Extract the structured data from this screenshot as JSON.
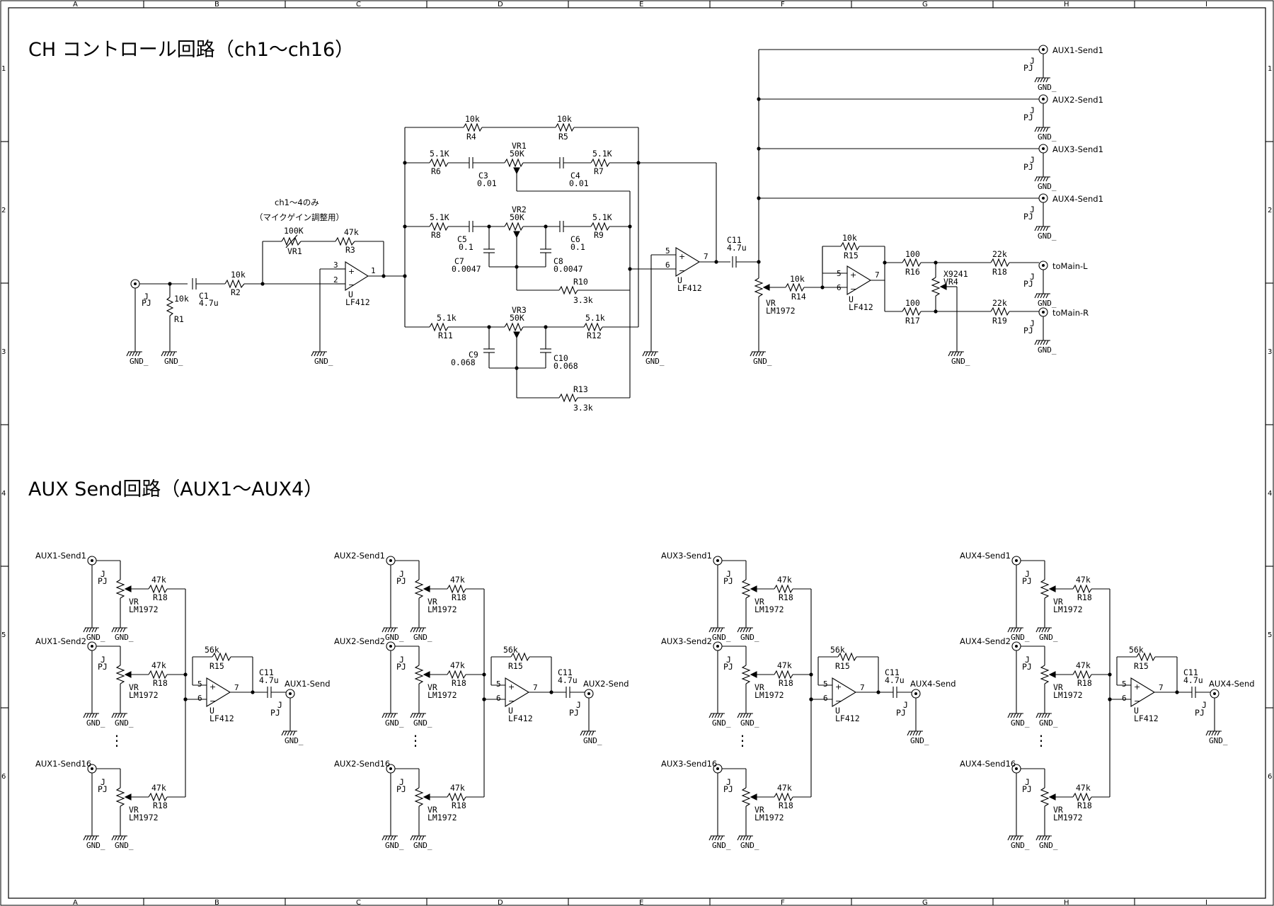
{
  "sheet": {
    "columns": [
      "A",
      "B",
      "C",
      "D",
      "E",
      "F",
      "G",
      "H",
      "I"
    ],
    "rows": [
      "1",
      "2",
      "3",
      "4",
      "5",
      "6"
    ]
  },
  "titles": {
    "ch": "CH コントロール回路（ch1～ch16）",
    "aux": "AUX Send回路（AUX1～AUX4）"
  },
  "gnd": "GND_",
  "ch_circuit": {
    "note1": "ch1～4のみ",
    "note2": "（マイクゲイン調整用）",
    "input_jack": {
      "ref": "J",
      "type": "PJ"
    },
    "r1": {
      "value": "10k",
      "ref": "R1"
    },
    "c1": {
      "ref": "C1",
      "value": "4.7u"
    },
    "r2": {
      "value": "10k",
      "ref": "R2"
    },
    "vr1_gain": {
      "value": "100K",
      "ref": "VR1"
    },
    "r3": {
      "value": "47k",
      "ref": "R3"
    },
    "u1": {
      "ref": "U",
      "type": "LF412",
      "pin_plus": "3",
      "pin_minus": "2",
      "pin_out": "1"
    },
    "r4": {
      "value": "10k",
      "ref": "R4"
    },
    "r5": {
      "value": "10k",
      "ref": "R5"
    },
    "r6": {
      "value": "5.1K",
      "ref": "R6"
    },
    "c3": {
      "ref": "C3",
      "value": "0.01"
    },
    "vr1": {
      "ref": "VR1",
      "value": "50K"
    },
    "c4": {
      "ref": "C4",
      "value": "0.01"
    },
    "r7": {
      "value": "5.1K",
      "ref": "R7"
    },
    "r8": {
      "value": "5.1K",
      "ref": "R8"
    },
    "c5": {
      "ref": "C5",
      "value": "0.1"
    },
    "vr2": {
      "ref": "VR2",
      "value": "50K"
    },
    "c6": {
      "ref": "C6",
      "value": "0.1"
    },
    "r9": {
      "value": "5.1K",
      "ref": "R9"
    },
    "c7": {
      "ref": "C7",
      "value": "0.0047"
    },
    "c8": {
      "ref": "C8",
      "value": "0.0047"
    },
    "r10": {
      "ref": "R10",
      "value": "3.3k"
    },
    "r11": {
      "value": "5.1k",
      "ref": "R11"
    },
    "vr3": {
      "ref": "VR3",
      "value": "50K"
    },
    "r12": {
      "value": "5.1k",
      "ref": "R12"
    },
    "c9": {
      "ref": "C9",
      "value": "0.068"
    },
    "c10": {
      "ref": "C10",
      "value": "0.068"
    },
    "r13": {
      "ref": "R13",
      "value": "3.3k"
    },
    "u2": {
      "ref": "U",
      "type": "LF412",
      "pin_plus": "5",
      "pin_minus": "6",
      "pin_out": "7"
    },
    "c11": {
      "ref": "C11",
      "value": "4.7u"
    },
    "vr_fader": {
      "ref": "VR",
      "type": "LM1972"
    },
    "r14": {
      "value": "10k",
      "ref": "R14"
    },
    "r15": {
      "value": "10k",
      "ref": "R15"
    },
    "u3": {
      "ref": "U",
      "type": "LF412",
      "pin_plus": "5",
      "pin_minus": "6",
      "pin_out": "7"
    },
    "r16": {
      "value": "100",
      "ref": "R16"
    },
    "r17": {
      "value": "100",
      "ref": "R17"
    },
    "vr4": {
      "ref": "VR4",
      "type": "X9241"
    },
    "r18": {
      "value": "22k",
      "ref": "R18"
    },
    "r19": {
      "value": "22k",
      "ref": "R19"
    },
    "outputs": [
      {
        "name": "AUX1-Send1",
        "ref": "J",
        "type": "PJ"
      },
      {
        "name": "AUX2-Send1",
        "ref": "J",
        "type": "PJ"
      },
      {
        "name": "AUX3-Send1",
        "ref": "J",
        "type": "PJ"
      },
      {
        "name": "AUX4-Send1",
        "ref": "J",
        "type": "PJ"
      },
      {
        "name": "toMain-L",
        "ref": "J",
        "type": "PJ"
      },
      {
        "name": "toMain-R",
        "ref": "J",
        "type": "PJ"
      }
    ]
  },
  "aux_blocks": [
    {
      "inputs": [
        "AUX1-Send1",
        "AUX1-Send2",
        "AUX1-Send16"
      ],
      "output": "AUX1-Send"
    },
    {
      "inputs": [
        "AUX2-Send1",
        "AUX2-Send2",
        "AUX2-Send16"
      ],
      "output": "AUX2-Send"
    },
    {
      "inputs": [
        "AUX3-Send1",
        "AUX3-Send2",
        "AUX3-Send16"
      ],
      "output": "AUX4-Send"
    },
    {
      "inputs": [
        "AUX4-Send1",
        "AUX4-Send2",
        "AUX4-Send16"
      ],
      "output": "AUX4-Send"
    }
  ],
  "aux_common": {
    "jack_ref": "J",
    "jack_type": "PJ",
    "vr_ref": "VR",
    "vr_type": "LM1972",
    "r_in_value": "47k",
    "r_in_ref": "R18",
    "rf_value": "56k",
    "rf_ref": "R15",
    "op_ref": "U",
    "op_type": "LF412",
    "pin_plus": "5",
    "pin_minus": "6",
    "pin_out": "7",
    "c_ref": "C11",
    "c_value": "4.7u",
    "ellipsis": "⋮"
  }
}
